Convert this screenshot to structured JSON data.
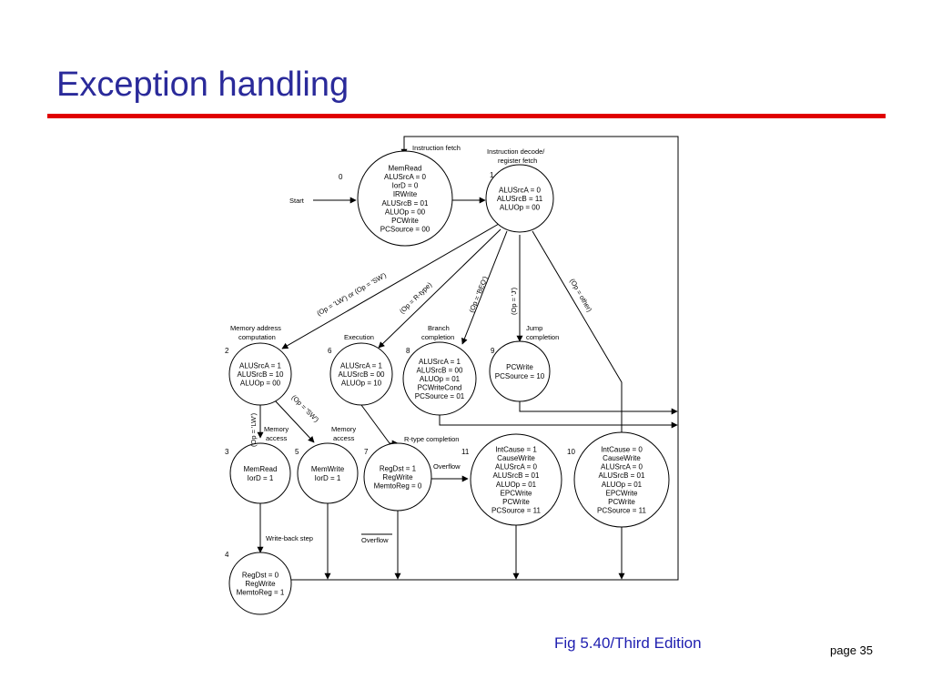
{
  "slide": {
    "title": "Exception handling",
    "caption": "Fig 5.40/Third Edition",
    "page": "page 35",
    "title_color": "#2a2a9a",
    "rule_color": "#e00000",
    "caption_color": "#1f1fb0"
  },
  "diagram": {
    "states": [
      {
        "id": "s0",
        "num": "0",
        "lines": [
          "MemRead",
          "ALUSrcA = 0",
          "IorD = 0",
          "IRWrite",
          "ALUSrcB = 01",
          "ALUOp = 00",
          "PCWrite",
          "PCSource = 00"
        ]
      },
      {
        "id": "s1",
        "num": "1",
        "lines": [
          "ALUSrcA = 0",
          "ALUSrcB = 11",
          "ALUOp = 00"
        ]
      },
      {
        "id": "s2",
        "num": "2",
        "lines": [
          "ALUSrcA = 1",
          "ALUSrcB = 10",
          "ALUOp = 00"
        ]
      },
      {
        "id": "s6",
        "num": "6",
        "lines": [
          "ALUSrcA = 1",
          "ALUSrcB = 00",
          "ALUOp = 10"
        ]
      },
      {
        "id": "s8",
        "num": "8",
        "lines": [
          "ALUSrcA = 1",
          "ALUSrcB = 00",
          "ALUOp = 01",
          "PCWriteCond",
          "PCSource = 01"
        ]
      },
      {
        "id": "s9",
        "num": "9",
        "lines": [
          "PCWrite",
          "PCSource = 10"
        ]
      },
      {
        "id": "s3",
        "num": "3",
        "lines": [
          "MemRead",
          "IorD = 1"
        ]
      },
      {
        "id": "s5",
        "num": "5",
        "lines": [
          "MemWrite",
          "IorD = 1"
        ]
      },
      {
        "id": "s7",
        "num": "7",
        "lines": [
          "RegDst = 1",
          "RegWrite",
          "MemtoReg = 0"
        ]
      },
      {
        "id": "s11",
        "num": "11",
        "lines": [
          "IntCause = 1",
          "CauseWrite",
          "ALUSrcA = 0",
          "ALUSrcB = 01",
          "ALUOp = 01",
          "EPCWrite",
          "PCWrite",
          "PCSource = 11"
        ]
      },
      {
        "id": "s10",
        "num": "10",
        "lines": [
          "IntCause = 0",
          "CauseWrite",
          "ALUSrcA = 0",
          "ALUSrcB = 01",
          "ALUOp = 01",
          "EPCWrite",
          "PCWrite",
          "PCSource = 11"
        ]
      },
      {
        "id": "s4",
        "num": "4",
        "lines": [
          "RegDst = 0",
          "RegWrite",
          "MemtoReg = 1"
        ]
      }
    ],
    "labels": {
      "start": "Start",
      "instruction_fetch": "Instruction fetch",
      "decode_1": "Instruction decode/",
      "decode_2": "register fetch",
      "mem_addr_1": "Memory address",
      "mem_addr_2": "computation",
      "execution": "Execution",
      "branch_1": "Branch",
      "branch_2": "completion",
      "jump_1": "Jump",
      "jump_2": "completion",
      "mem_access_a_1": "Memory",
      "mem_access_a_2": "access",
      "mem_access_b_1": "Memory",
      "mem_access_b_2": "access",
      "rtype_completion": "R-type completion",
      "overflow": "Overflow",
      "not_overflow": "Overflow",
      "write_back": "Write-back step",
      "cond_lw_sw": "(Op = 'LW') or (Op = 'SW')",
      "cond_rtype": "(Op = R-type)",
      "cond_beq": "(Op = 'BEQ')",
      "cond_j": "(Op = 'J')",
      "cond_other": "(Op = other)",
      "cond_lw": "(Op = 'LW')",
      "cond_sw": "(Op = 'SW')"
    }
  }
}
